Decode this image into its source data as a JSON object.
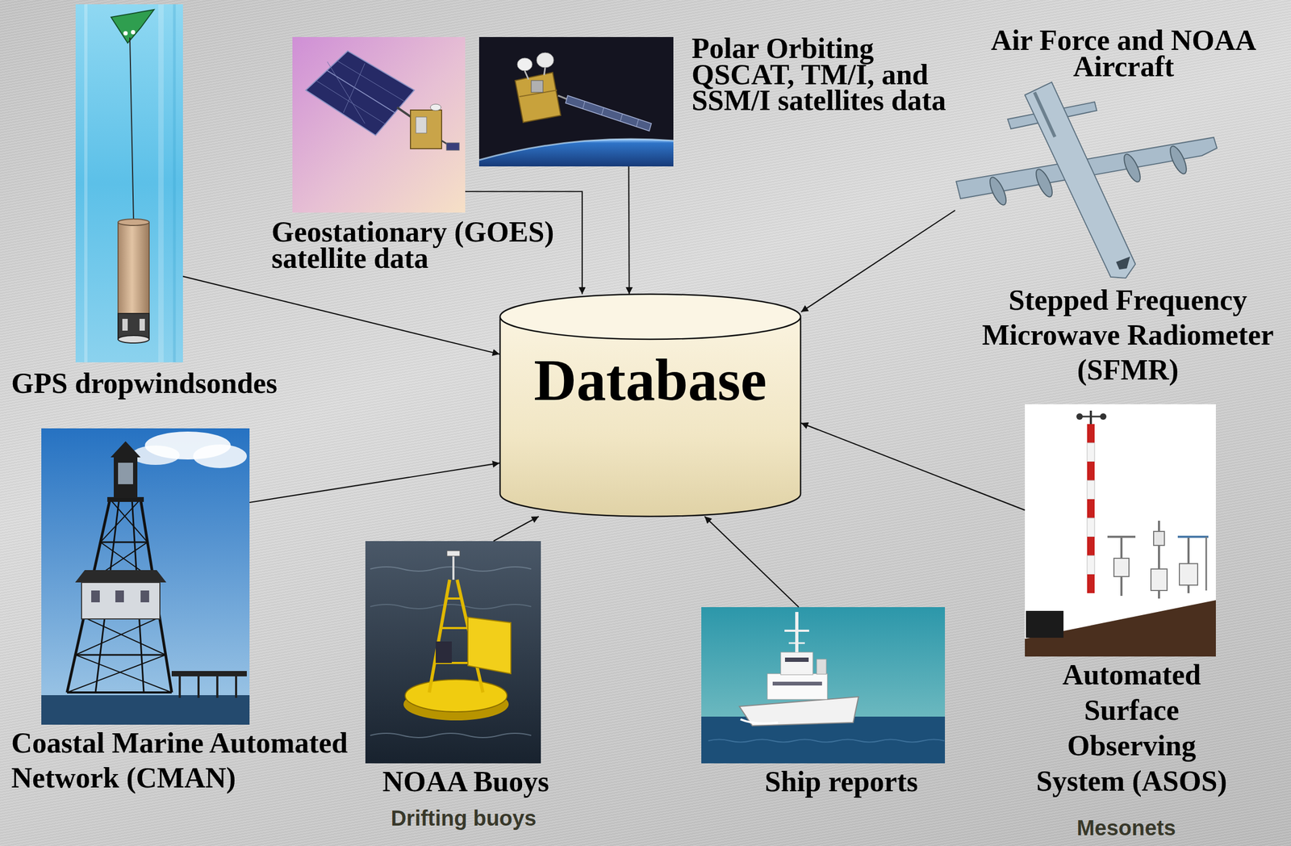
{
  "diagram": {
    "nodes": [
      {
        "text": [
          "GPS dropwindsondes"
        ]
      },
      {
        "text": [
          "Geostationary (GOES) satellite data"
        ]
      },
      {
        "text": [
          "Polar Orbiting QSCAT, TM/I, and SSM/I satellites data"
        ]
      },
      {
        "text": [
          "Air Force and NOAA Aircraft",
          "Stepped Frequency Microwave Radiometer (SFMR)"
        ]
      },
      {
        "text": [
          "Database"
        ]
      },
      {
        "text": [
          "Coastal Marine Automated Network (CMAN)"
        ]
      },
      {
        "text": [
          "NOAA Buoys",
          "Drifting buoys"
        ]
      },
      {
        "text": [
          "Ship reports"
        ]
      },
      {
        "text": [
          "Automated Surface Observing System (ASOS)",
          "Mesonets"
        ]
      }
    ],
    "edges": [
      {
        "from": 0,
        "to": 4,
        "arrow": "to"
      },
      {
        "from": 1,
        "to": 4,
        "arrow": "to"
      },
      {
        "from": 2,
        "to": 4,
        "arrow": "to"
      },
      {
        "from": 3,
        "to": 4,
        "arrow": "to"
      },
      {
        "from": 5,
        "to": 4,
        "arrow": "to"
      },
      {
        "from": 6,
        "to": 4,
        "arrow": "to"
      },
      {
        "from": 7,
        "to": 4,
        "arrow": "to"
      },
      {
        "from": 8,
        "to": 4,
        "arrow": "to"
      }
    ]
  }
}
